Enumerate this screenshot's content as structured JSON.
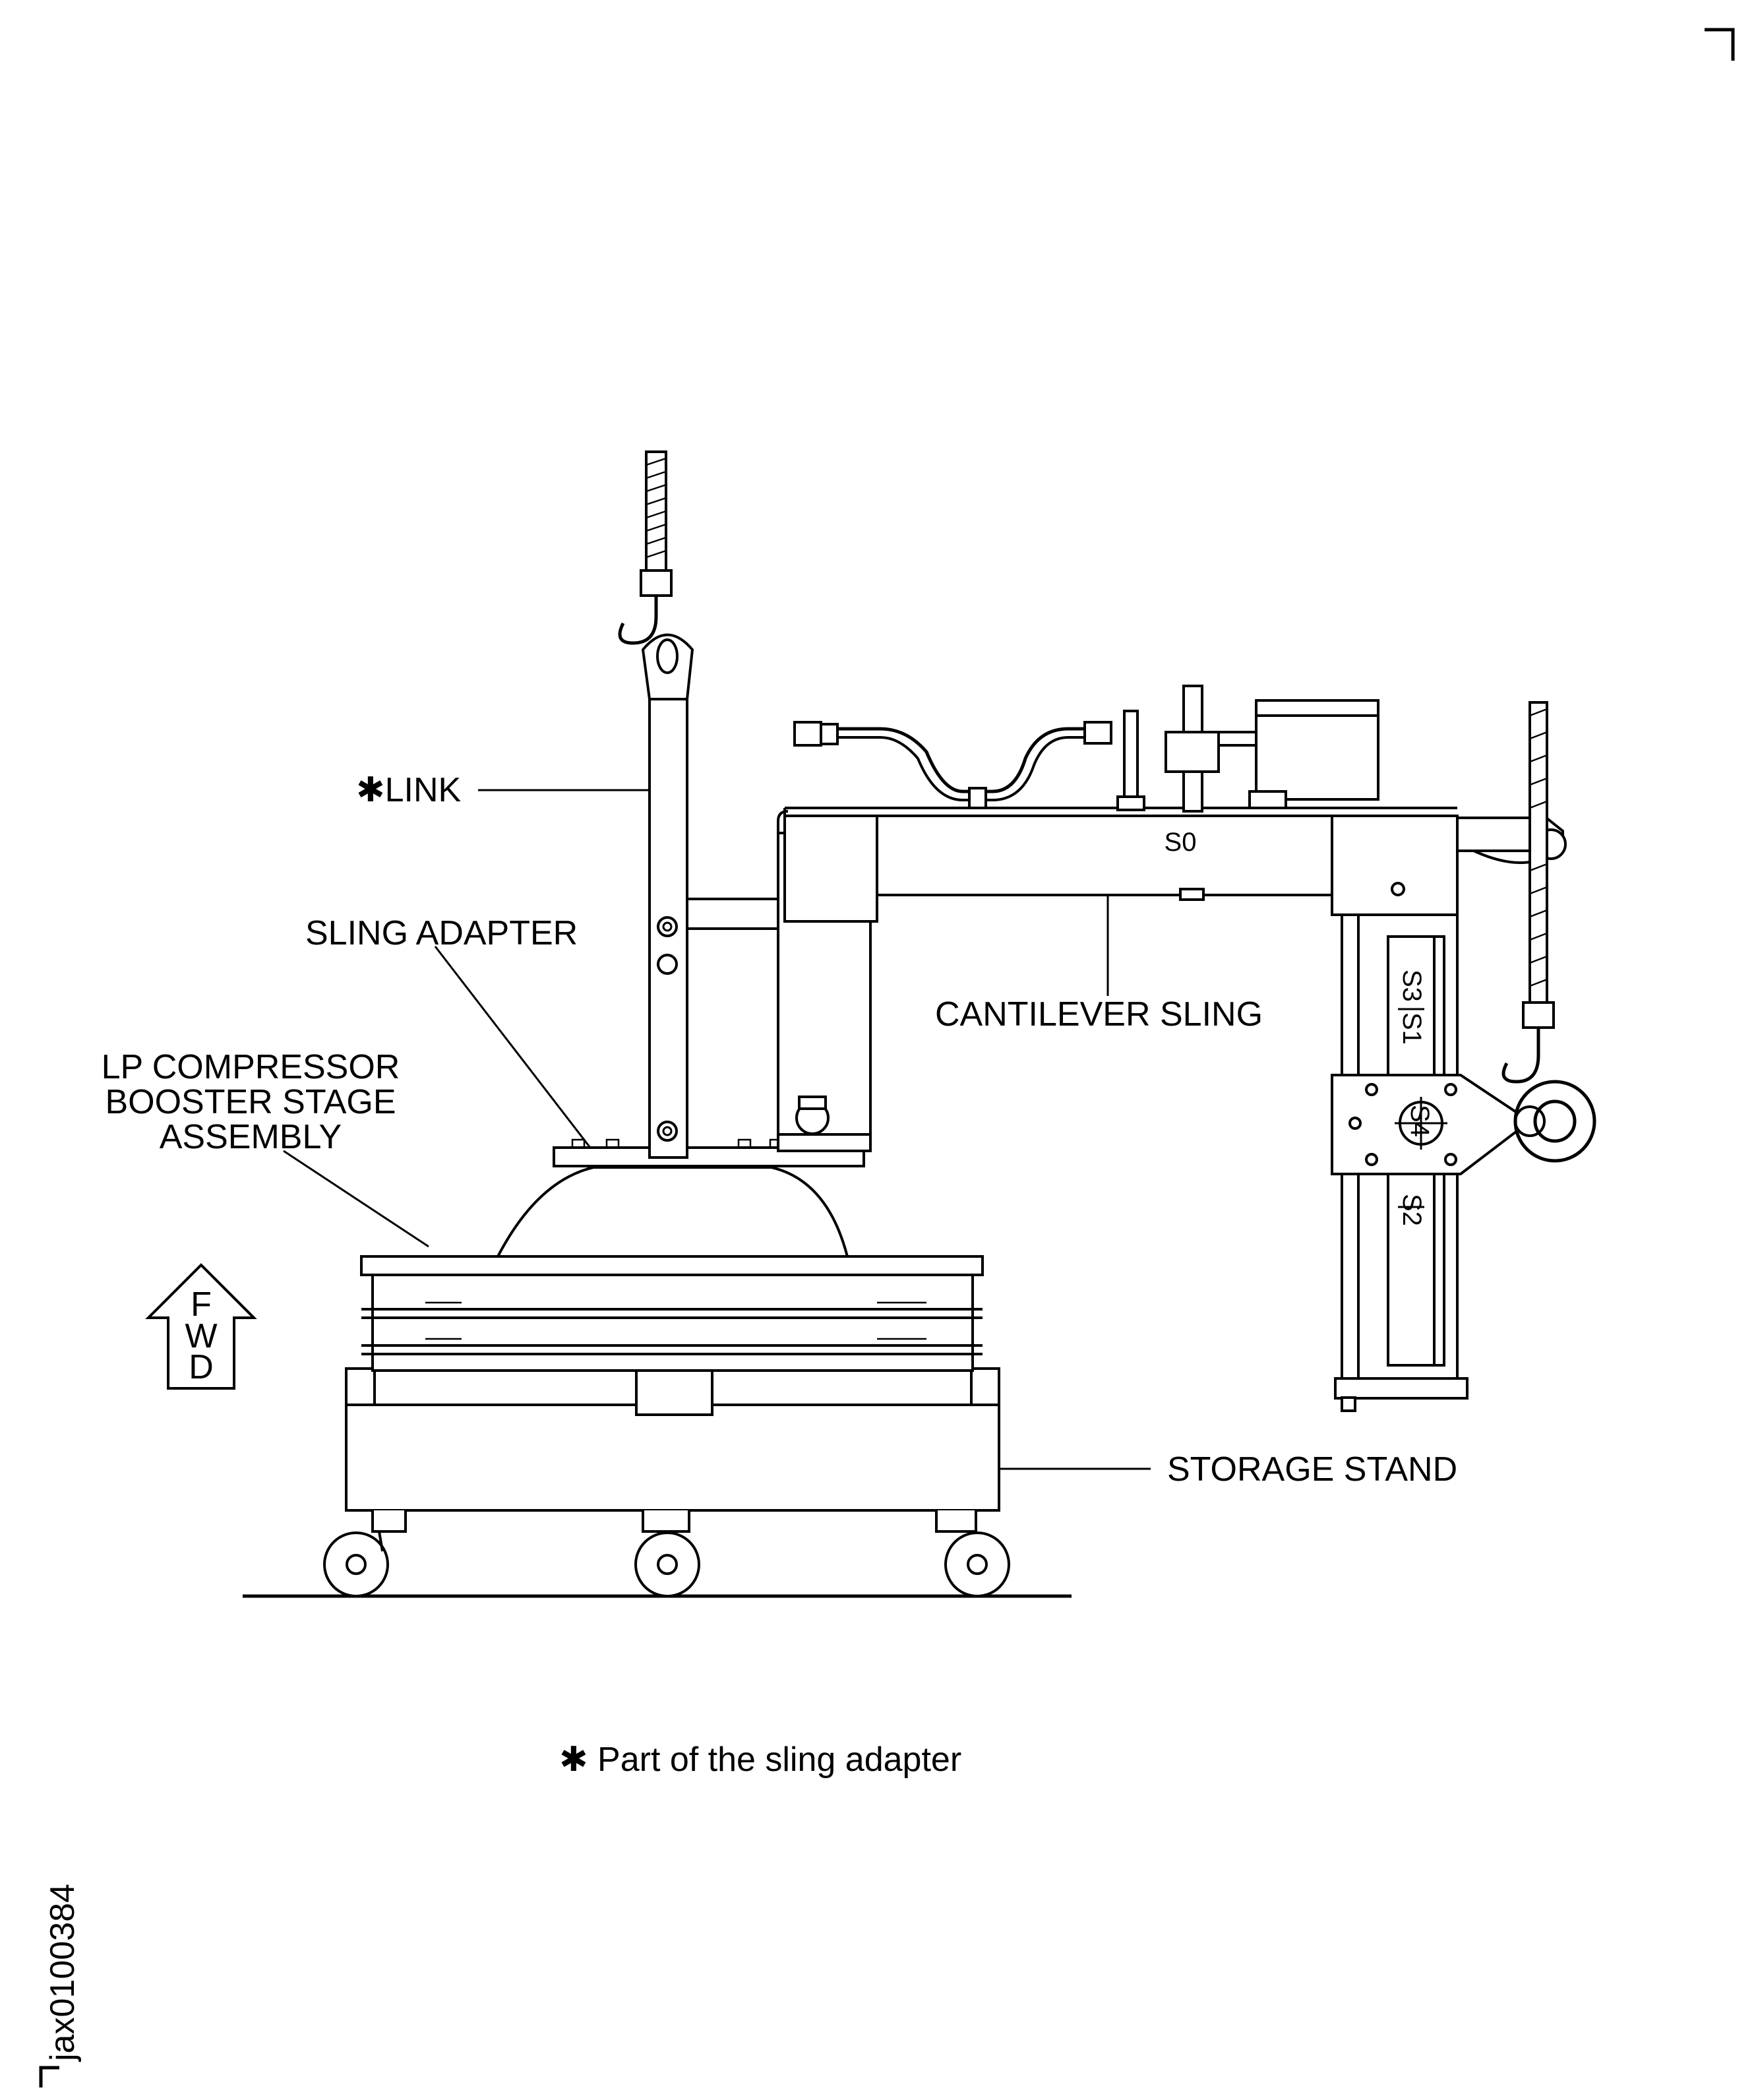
{
  "labels": {
    "link": "✱LINK",
    "sling_adapter": "SLING ADAPTER",
    "lp_line1": "LP COMPRESSOR",
    "lp_line2": "BOOSTER STAGE",
    "lp_line3": "ASSEMBLY",
    "cantilever_sling": "CANTILEVER SLING",
    "storage_stand": "STORAGE STAND",
    "footnote": "✱ Part of the sling adapter",
    "fwd_f": "F",
    "fwd_w": "W",
    "fwd_d": "D",
    "figure_id": "jax0100384"
  },
  "positions_markers": {
    "s0": "S0",
    "s1": "S1",
    "s2": "S2",
    "s3": "S3",
    "s4": "S4"
  }
}
